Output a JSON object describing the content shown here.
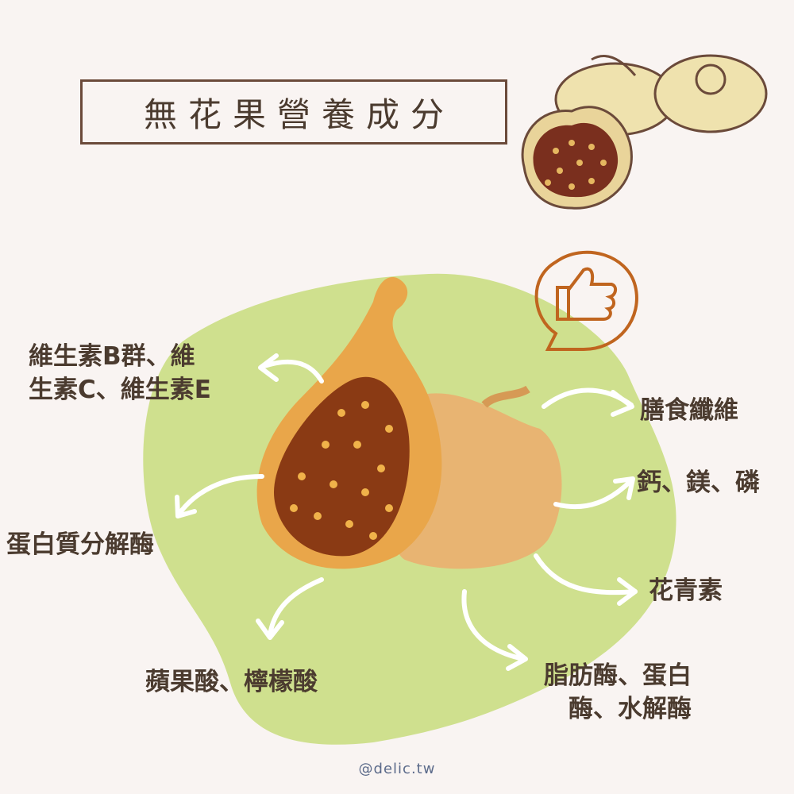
{
  "title": "無花果營養成分",
  "labels": {
    "vitamins_line1": "維生素B群、維",
    "vitamins_line2": "生素C、維生素E",
    "fiber": "膳食纖維",
    "minerals": "鈣、鎂、磷",
    "protease": "蛋白質分解酶",
    "anthocyanin": "花青素",
    "acids": "蘋果酸、檸檬酸",
    "enzymes_line1": "脂肪酶、蛋白",
    "enzymes_line2": "酶、水解酶"
  },
  "footer": "@delic.tw",
  "colors": {
    "background": "#f9f4f2",
    "blob": "#cfe08e",
    "text": "#4b3b2f",
    "accent": "#c0651f"
  }
}
